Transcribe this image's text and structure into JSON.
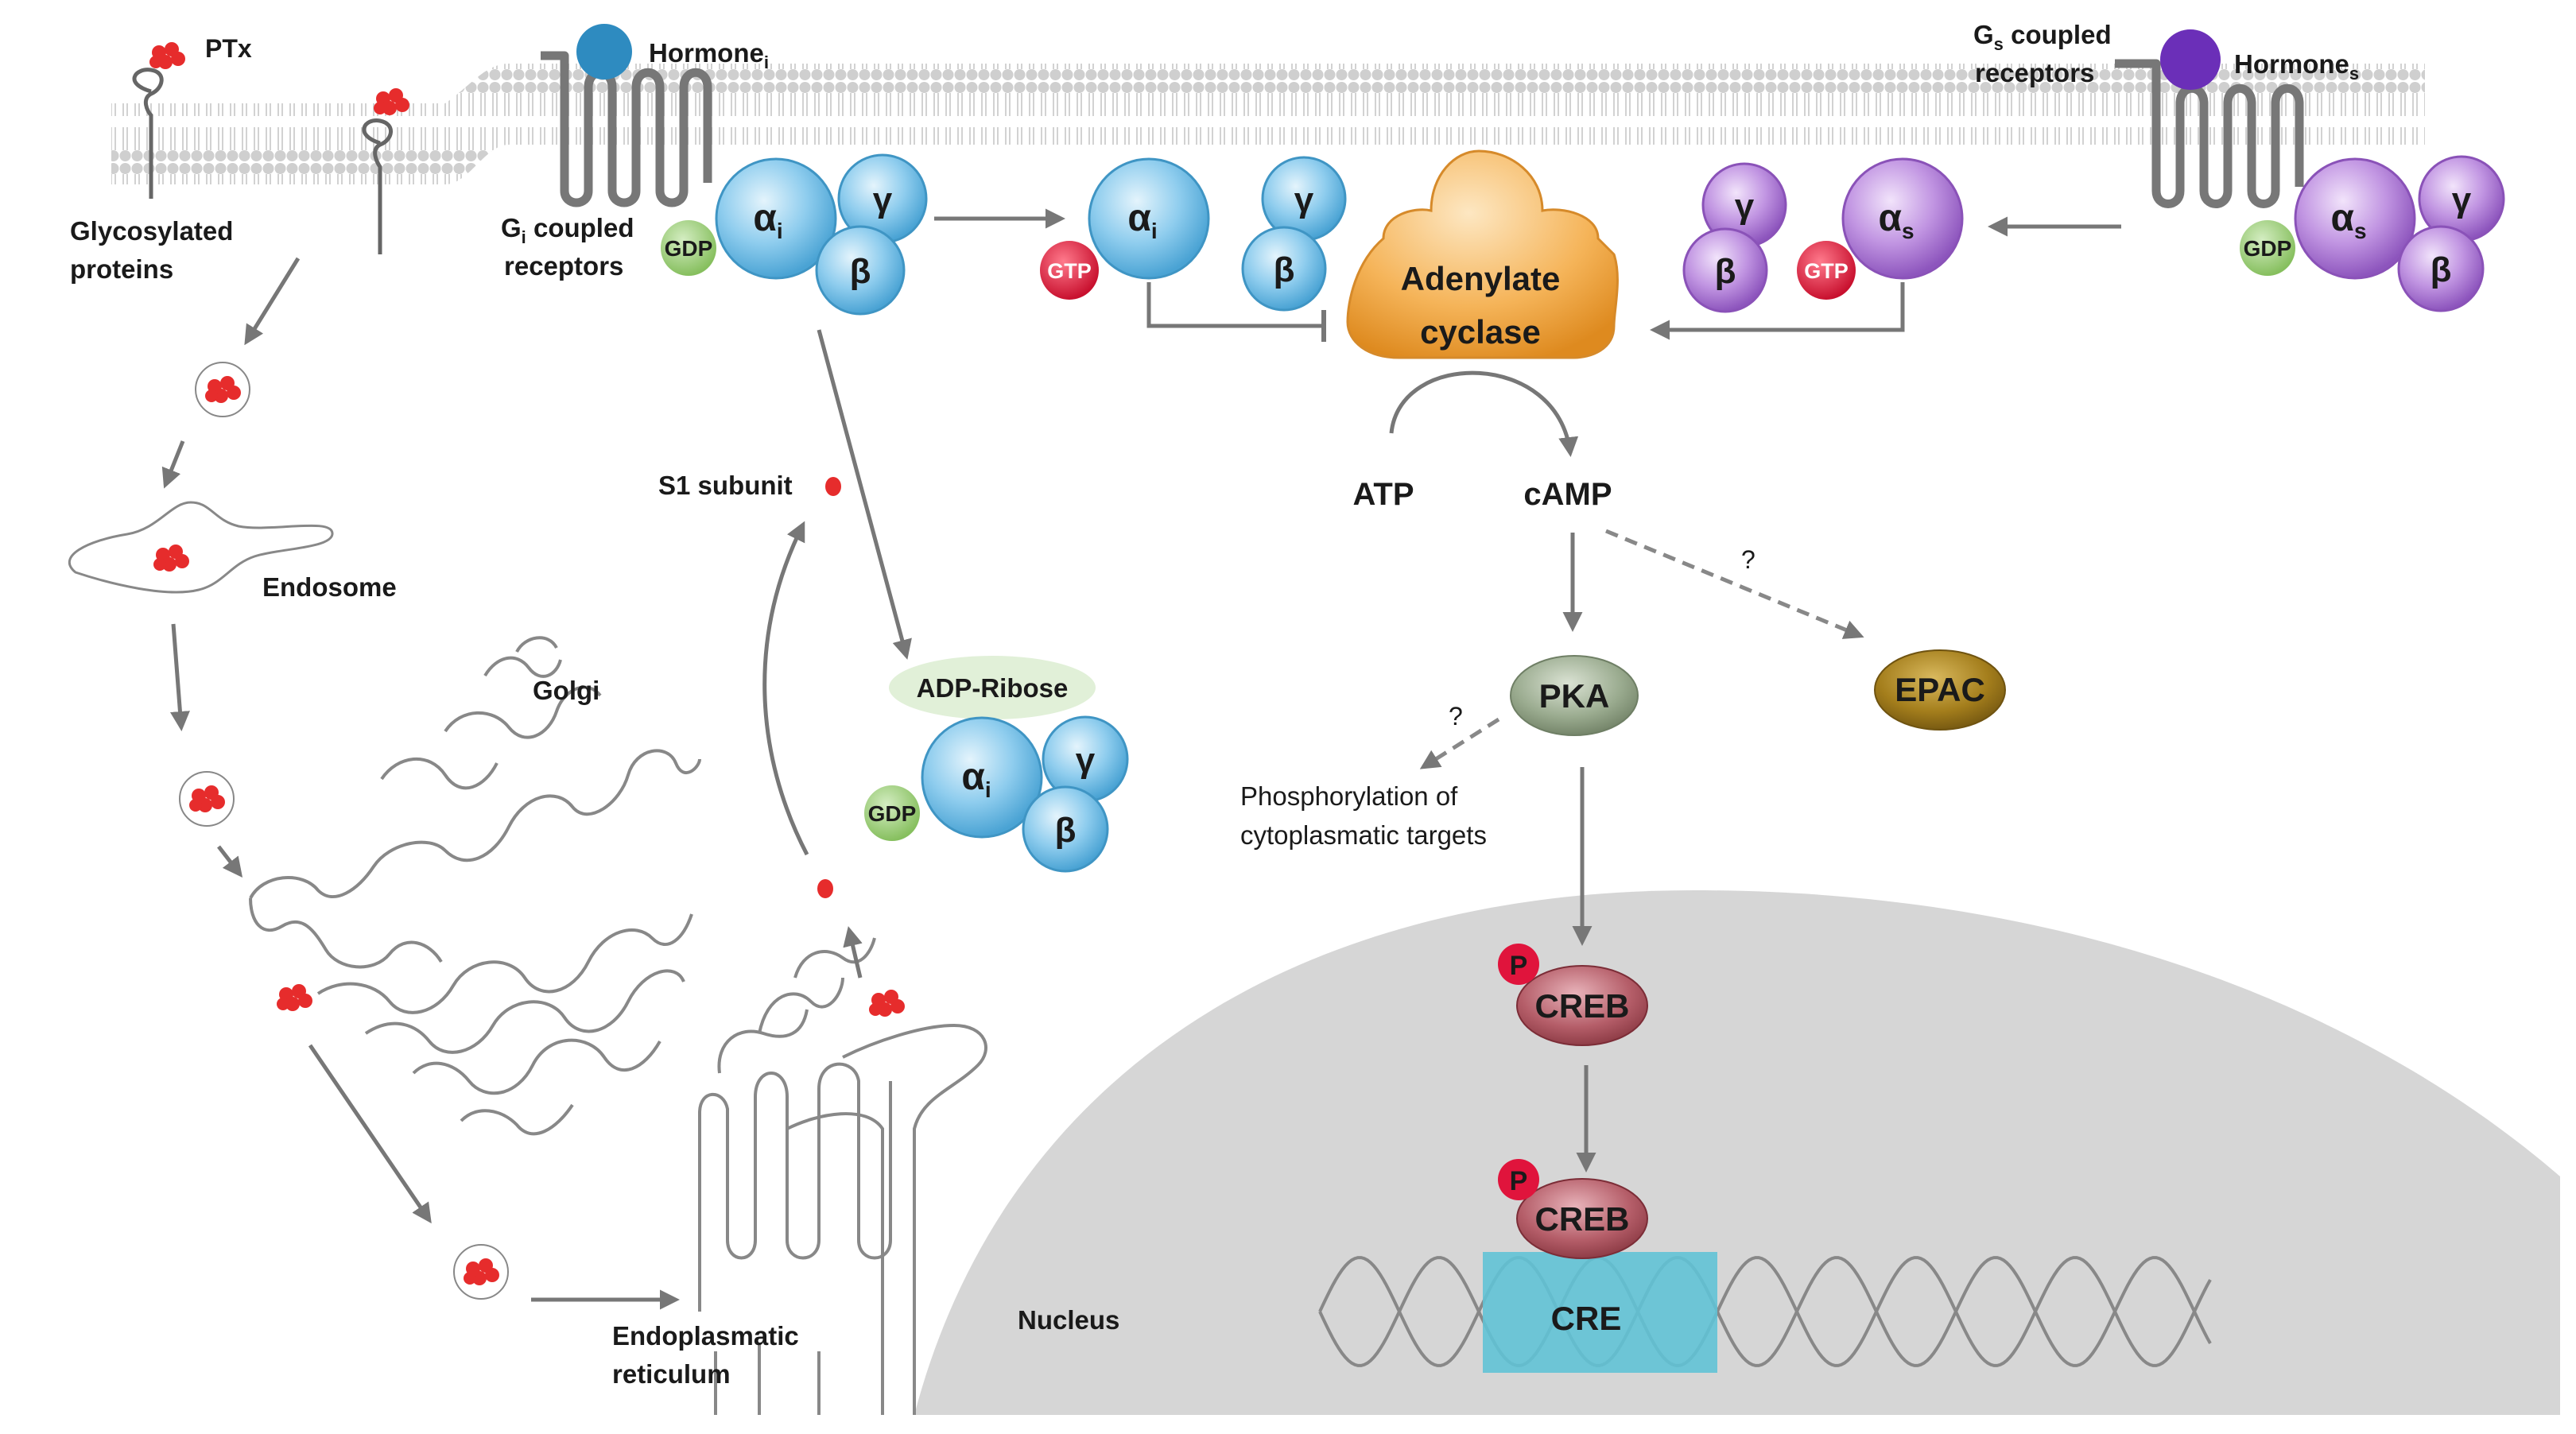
{
  "labels": {
    "ptx": "PTx",
    "glyco_1": "Glycosylated",
    "glyco_2": "proteins",
    "hormone_i": "Hormone",
    "hormone_i_sub": "i",
    "gi_1_main": "G",
    "gi_1_sub": "i",
    "gi_1_rest": " coupled",
    "gi_2": "receptors",
    "gs_1_main": "G",
    "gs_1_sub": "s",
    "gs_1_rest": " coupled",
    "gs_2": "receptors",
    "hormone_s": "Hormone",
    "hormone_s_sub": "s",
    "gdp": "GDP",
    "gtp": "GTP",
    "alpha": "α",
    "alpha_i_sub": "i",
    "alpha_s_sub": "s",
    "beta": "β",
    "gamma": "γ",
    "adenylate_1": "Adenylate",
    "adenylate_2": "cyclase",
    "atp": "ATP",
    "camp": "cAMP",
    "pka": "PKA",
    "epac": "EPAC",
    "question": "?",
    "phospho_1": "Phosphorylation  of",
    "phospho_2": "cytoplasmatic targets",
    "creb": "CREB",
    "p": "P",
    "cre": "CRE",
    "nucleus": "Nucleus",
    "s1": "S1 subunit",
    "adp_ribose": "ADP-Ribose",
    "endosome": "Endosome",
    "golgi": "Golgi",
    "er_1": "Endoplasmatic",
    "er_2": "reticulum"
  },
  "colors": {
    "gi_blue": "#7cc3e8",
    "gs_purple": "#b37fd6",
    "gdp_green": "#9ccf7a",
    "gtp_red": "#e0143c",
    "adenylate_orange": "#f2a94a",
    "pka_green": "#8a9c80",
    "epac_brown": "#a07a18",
    "creb_maroon": "#a9525c",
    "cre_cyan": "#5fc3d6",
    "nucleus_gray": "#d6d6d6",
    "membrane_gray": "#cfcfcf",
    "ptx_red": "#e62c2c",
    "hormone_i_blue": "#2e8bc0",
    "hormone_s_purple": "#6b2fb8"
  }
}
